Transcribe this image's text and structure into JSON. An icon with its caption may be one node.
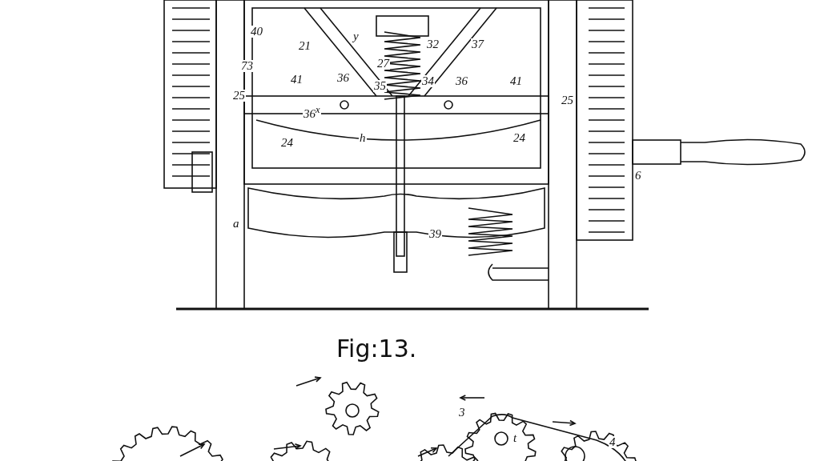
{
  "diagram": {
    "caption": "Fig:13.",
    "labels": [
      "40",
      "y",
      "37",
      "32",
      "21",
      "27",
      "73",
      "41",
      "36",
      "35",
      "34",
      "36",
      "41",
      "25",
      "25",
      "36$^{x}$",
      "h",
      "24",
      "24",
      "6",
      "a",
      "39",
      "3",
      "t",
      "4"
    ]
  }
}
